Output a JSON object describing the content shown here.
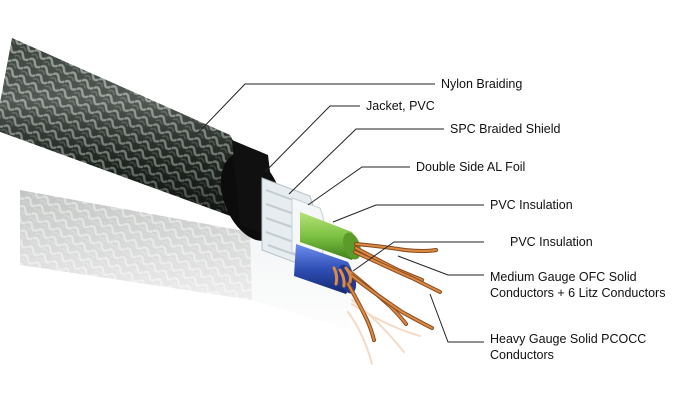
{
  "labels": {
    "nylon_braiding": "Nylon Braiding",
    "jacket_pvc": "Jacket, PVC",
    "spc_braided_shield": "SPC Braided Shield",
    "double_side_al_foil": "Double Side AL Foil",
    "pvc_insulation_1": "PVC Insulation",
    "pvc_insulation_2": "PVC Insulation",
    "medium_gauge_line1": "Medium Gauge OFC Solid",
    "medium_gauge_line2": "Conductors + 6 Litz Conductors",
    "heavy_gauge_line1": "Heavy Gauge Solid PCOCC",
    "heavy_gauge_line2": "Conductors"
  },
  "colors": {
    "braid_dark": "#1f2520",
    "braid_light": "#8a948a",
    "jacket": "#0c0c0c",
    "shield": "#e6ecef",
    "green_insulation": "#7dc242",
    "blue_insulation": "#2f4fb5",
    "copper": "#c87533",
    "leader_line": "#222222"
  }
}
